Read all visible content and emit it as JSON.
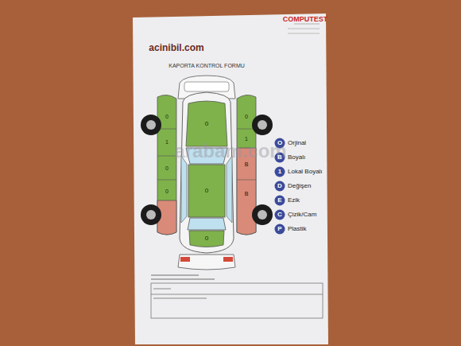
{
  "diagram": {
    "title": "KAPORTA KONTROL FORMU",
    "labels": [
      "acinibil.com",
      "COMPUTEST",
      "0",
      "0",
      "0",
      "0",
      "1",
      "0",
      "0",
      "0",
      "1",
      "B",
      "B",
      "arabam.com",
      "O",
      "B",
      "1",
      "D",
      "E",
      "C",
      "P"
    ],
    "legend": [
      {
        "text": "Orjinal"
      },
      {
        "text": "Boyalı"
      },
      {
        "text": "Lokal Boyalı"
      },
      {
        "text": "Değişen"
      },
      {
        "text": "Ezik"
      },
      {
        "text": "Çizik/Cam"
      },
      {
        "text": "Plastik"
      }
    ]
  }
}
